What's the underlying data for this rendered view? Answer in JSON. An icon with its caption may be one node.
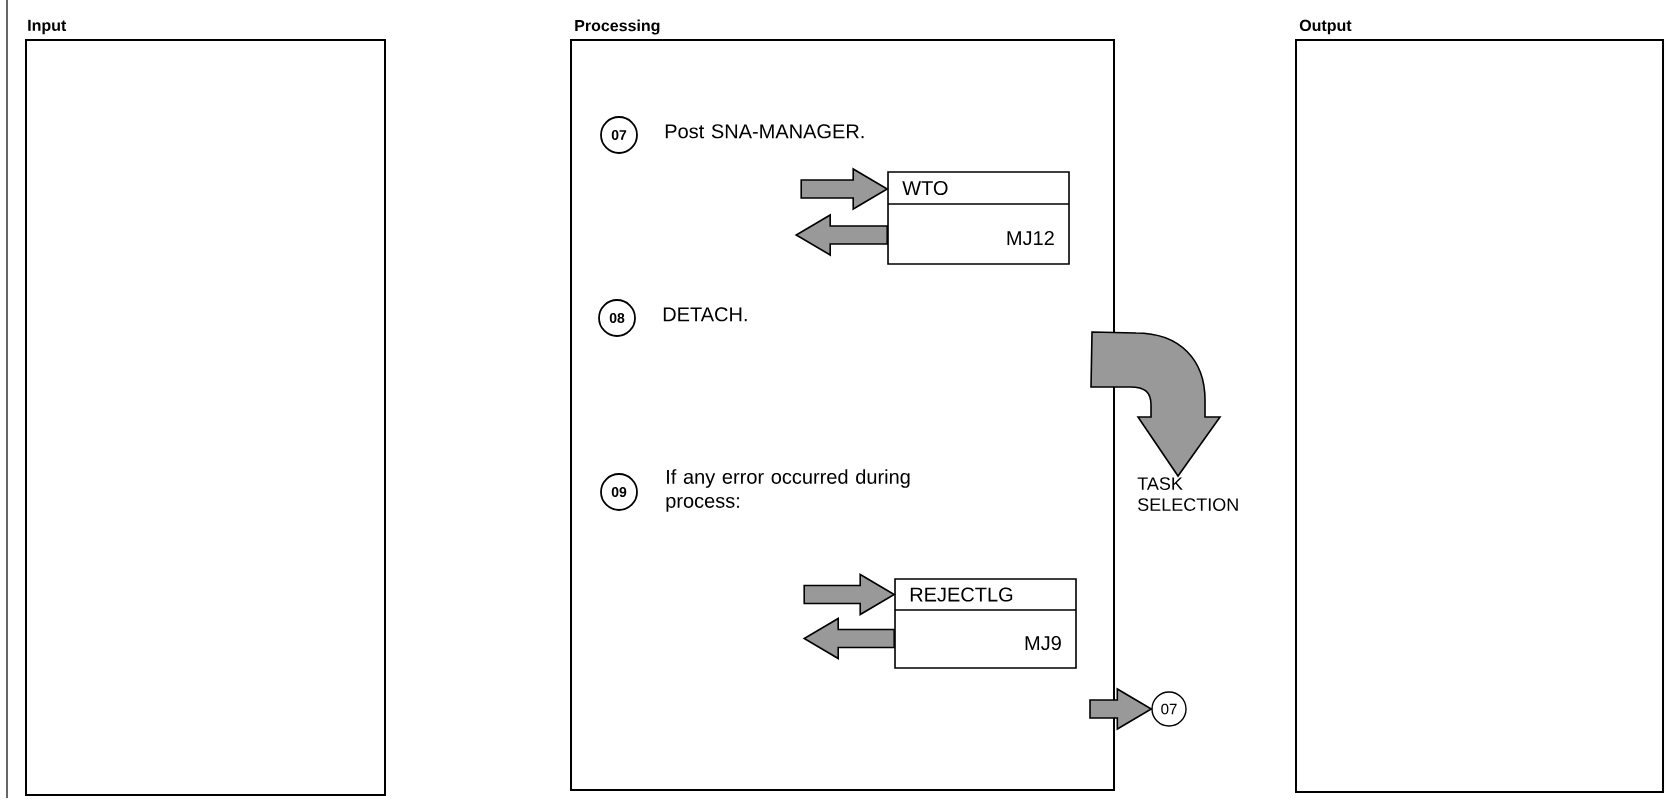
{
  "diagram": {
    "nodes": [
      {
        "text": [
          "Input"
        ]
      },
      {
        "text": [
          "Processing"
        ]
      },
      {
        "text": [
          "Output"
        ]
      },
      {
        "text": [
          "07"
        ],
        "in": 1,
        "beside": [
          "Post SNA-MANAGER."
        ]
      },
      {
        "text": [
          "WTO",
          "MJ12"
        ],
        "in": 1
      },
      {
        "text": [
          "08"
        ],
        "in": 1,
        "beside": [
          "DETACH."
        ]
      },
      {
        "text": [
          "TASK SELECTION"
        ]
      },
      {
        "text": [
          "09"
        ],
        "in": 1,
        "beside": [
          "If any error occurred during process:"
        ]
      },
      {
        "text": [
          "REJECTLG",
          "MJ9"
        ],
        "in": 1
      },
      {
        "text": [
          "07"
        ]
      }
    ],
    "edges": [
      {
        "from": null,
        "to": 4,
        "arrow": "to"
      },
      {
        "from": 4,
        "to": null,
        "arrow": "to"
      },
      {
        "from": 1,
        "to": 6,
        "arrow": "to"
      },
      {
        "from": null,
        "to": 8,
        "arrow": "to"
      },
      {
        "from": 8,
        "to": null,
        "arrow": "to"
      },
      {
        "from": 1,
        "to": 9,
        "arrow": "to"
      }
    ]
  }
}
